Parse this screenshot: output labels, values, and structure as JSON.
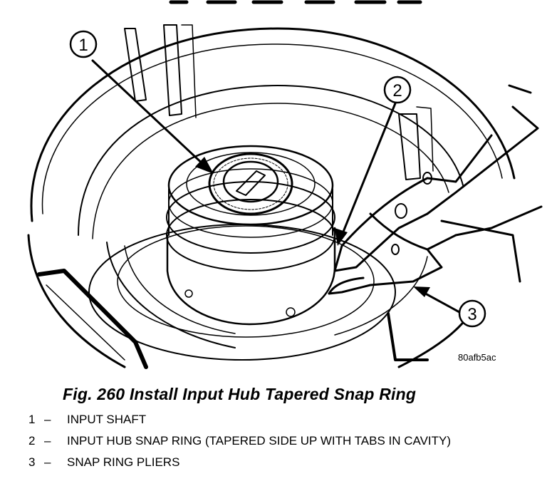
{
  "figure": {
    "code": "80afb5ac",
    "callouts": [
      "1",
      "2",
      "3"
    ]
  },
  "caption": "Fig. 260 Install Input Hub Tapered Snap Ring",
  "legend": [
    {
      "num": "1",
      "dash": "–",
      "text": "INPUT SHAFT"
    },
    {
      "num": "2",
      "dash": "–",
      "text": "INPUT HUB SNAP RING (TAPERED SIDE UP WITH TABS IN CAVITY)"
    },
    {
      "num": "3",
      "dash": "–",
      "text": "SNAP RING PLIERS"
    }
  ]
}
